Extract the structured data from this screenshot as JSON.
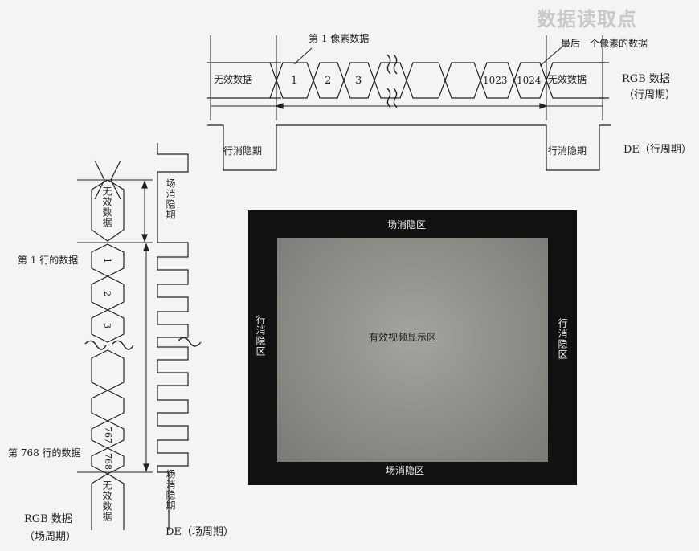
{
  "watermark": "数据读取点",
  "horizontal": {
    "first_pixel_label": "第 1 像素数据",
    "last_pixel_label": "最后一个像素的数据",
    "invalid_left": "无效数据",
    "invalid_right": "无效数据",
    "cells": [
      "1",
      "2",
      "3",
      "1023",
      "1024"
    ],
    "rgb_label": "RGB 数据",
    "rgb_period": "（行周期）",
    "blank_left": "行消隐期",
    "blank_right": "行消隐期",
    "de_label": "DE（行周期）"
  },
  "vertical": {
    "invalid_top": "无效数据",
    "field_blank_top": "场消隐期",
    "first_row_label": "第 1 行的数据",
    "cells": [
      "1",
      "2",
      "3",
      "767",
      "768"
    ],
    "last_row_label": "第 768 行的数据",
    "invalid_bottom": "无效数据",
    "field_blank_bottom": "场消隐期",
    "rgb_label": "RGB 数据",
    "rgb_period": "（场周期）",
    "de_label": "DE（场周期）"
  },
  "screen": {
    "top": "场消隐区",
    "bottom": "场消隐区",
    "left": "行消隐区",
    "right": "行消隐区",
    "center": "有效视频显示区"
  }
}
